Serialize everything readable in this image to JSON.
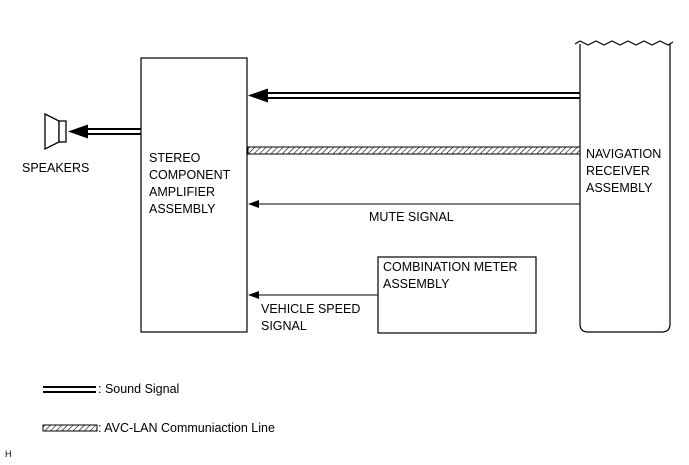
{
  "blocks": {
    "amplifier": "STEREO\nCOMPONENT\nAMPLIFIER\nASSEMBLY",
    "navigation": "NAVIGATION\nRECEIVER\nASSEMBLY",
    "meter": "COMBINATION METER\nASSEMBLY",
    "speakers": "SPEAKERS"
  },
  "signals": {
    "mute": "MUTE SIGNAL",
    "vehicle_speed": "VEHICLE SPEED\nSIGNAL"
  },
  "legend": {
    "sound": ": Sound Signal",
    "avc_lan": ": AVC-LAN Communiaction Line"
  },
  "corner_mark": "H"
}
